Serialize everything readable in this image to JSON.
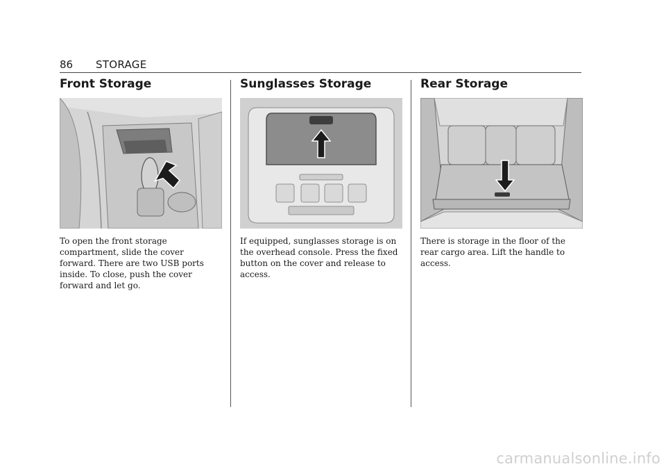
{
  "header": {
    "page_number": "86",
    "section": "STORAGE"
  },
  "columns": [
    {
      "title": "Front Storage",
      "text": "To open the front storage compartment, slide the cover forward. There are two USB ports inside. To close, push the cover forward and let go."
    },
    {
      "title": "Sunglasses Storage",
      "text": "If equipped, sunglasses storage is on the overhead console. Press the fixed button on the cover and release to access."
    },
    {
      "title": "Rear Storage",
      "text": "There is storage in the floor of the rear cargo area. Lift the handle to access."
    }
  ],
  "watermark": "carmanualsonline.info"
}
